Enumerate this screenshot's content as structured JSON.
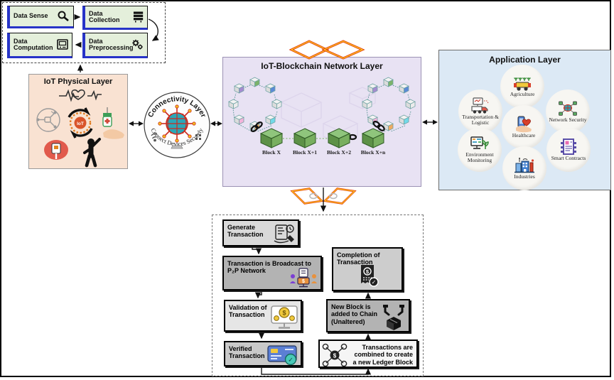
{
  "glyphs": {
    "dollar": "$",
    "check": "✓",
    "hub_label": "IoT"
  },
  "colors": {
    "pipeline_box_bg": "#e4efdb",
    "pipeline_accent": "#2733c8",
    "physical_bg": "#f9e2d2",
    "network_bg": "#e8e2f3",
    "application_bg": "#dce9f5",
    "block_green": "#79af60",
    "chain_red": "#e23a0e",
    "chain_yellow": "#ffd21f"
  },
  "pipeline": {
    "data_sense": "Data Sense",
    "data_collection": "Data Collection",
    "data_computation": "Data Computation",
    "data_preprocessing": "Data Preprocessing"
  },
  "physical": {
    "title": "IoT Physical Layer"
  },
  "connectivity": {
    "title": "Connectivity Layer",
    "tagline": "Connect Devices Securely"
  },
  "network": {
    "title": "IoT-Blockchain Network Layer",
    "blocks": [
      "Block X",
      "Block X+1",
      "Block X+2",
      "Block X+n"
    ]
  },
  "application": {
    "title": "Application Layer",
    "apps": [
      "Agriculture",
      "Transportation & Logistic",
      "Network Security",
      "Healthcare",
      "Environment Monitoring",
      "Smart Contracts",
      "Industries"
    ]
  },
  "flow": {
    "steps": [
      "Generate Transaction",
      "Transaction is Broadcast to P₂P Network",
      "Validation of Transaction",
      "Verified Transaction",
      "Completion of Transaction",
      "New Block is added to Chain (Unaltered)",
      "Transactions are combined to create a new Ledger Block"
    ]
  }
}
